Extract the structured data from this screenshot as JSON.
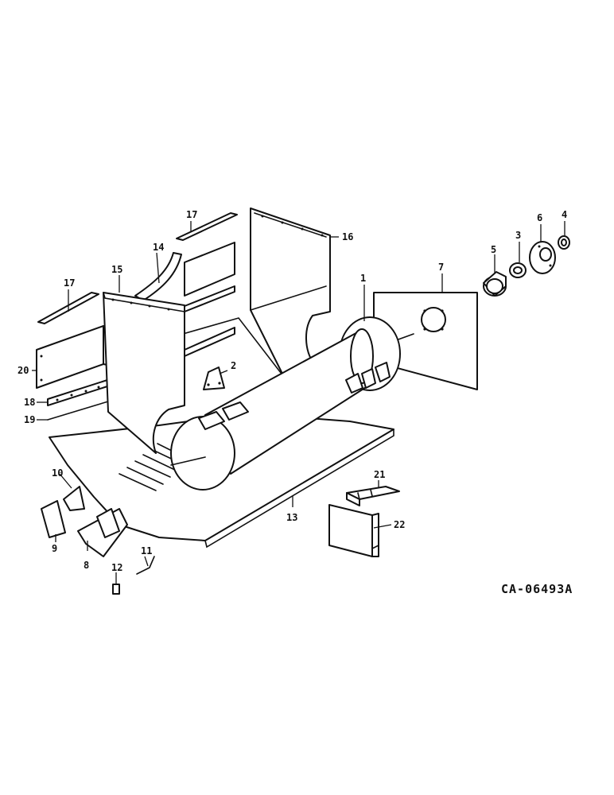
{
  "diagram": {
    "drawing_code": "CA-06493A",
    "callouts": {
      "c1": "1",
      "c2": "2",
      "c3": "3",
      "c4": "4",
      "c5": "5",
      "c6": "6",
      "c7": "7",
      "c8": "8",
      "c9": "9",
      "c10": "10",
      "c11": "11",
      "c12": "12",
      "c13": "13",
      "c14": "14",
      "c15": "15",
      "c16": "16",
      "c17a": "17",
      "c17b": "17",
      "c18": "18",
      "c19": "19",
      "c20": "20",
      "c21": "21",
      "c22": "22"
    }
  }
}
